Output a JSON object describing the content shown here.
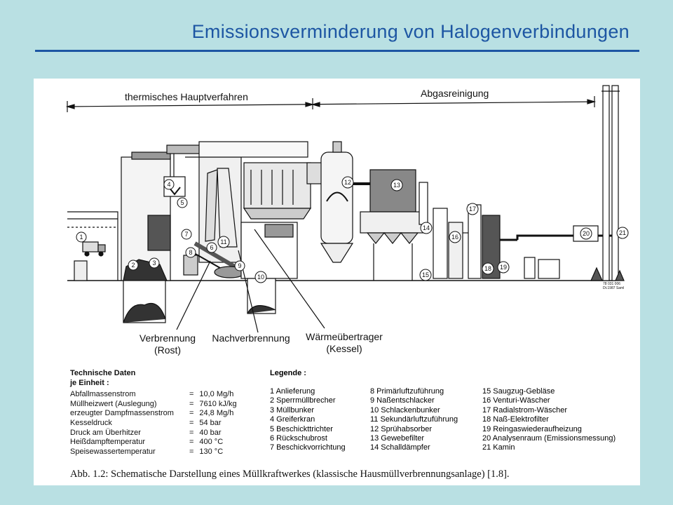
{
  "slide": {
    "title": "Emissionsverminderung von Halogenverbindungen",
    "accent_color": "#1d56a3",
    "background_color": "#b9e0e3"
  },
  "figure": {
    "section_left": "thermisches Hauptverfahren",
    "section_right": "Abgasreinigung",
    "zones": [
      "Verbrennung\n(Rost)",
      "Nachverbrennung",
      "Wärmeübertrager\n(Kessel)"
    ],
    "stamp": "78 031 006\nDt.1987 Saml",
    "tech_header": [
      "Technische Daten",
      "je Einheit :"
    ],
    "tech_data": [
      {
        "label": "Abfallmassenstrom",
        "value": "10,0 Mg/h"
      },
      {
        "label": "Müllheizwert (Auslegung)",
        "value": "7610 kJ/kg"
      },
      {
        "label": "erzeugter Dampfmassenstrom",
        "value": "24,8 Mg/h"
      },
      {
        "label": "Kesseldruck",
        "value": "54 bar"
      },
      {
        "label": "Druck am Überhitzer",
        "value": "40 bar"
      },
      {
        "label": "Heißdampftemperatur",
        "value": "400 °C"
      },
      {
        "label": "Speisewassertemperatur",
        "value": "130 °C"
      }
    ],
    "legend_header": "Legende :",
    "legend": [
      "1  Anlieferung",
      "2  Sperrmüllbrecher",
      "3  Müllbunker",
      "4  Greiferkran",
      "5  Beschickttrichter",
      "6  Rückschubrost",
      "7  Beschickvorrichtung",
      "8  Primärluftzuführung",
      "9  Naßentschlacker",
      "10  Schlackenbunker",
      "11  Sekundärluftzuführung",
      "12  Sprühabsorber",
      "13  Gewebefilter",
      "14  Schalldämpfer",
      "15  Saugzug-Gebläse",
      "16  Venturi-Wäscher",
      "17  Radialstrom-Wäscher",
      "18  Naß-Elektrofilter",
      "19  Reingaswiederaufheizung",
      "20  Analysenraum (Emissionsmessung)",
      "21  Kamin"
    ],
    "caption": "Abb. 1.2: Schematische Darstellung eines Müllkraftwerkes (klassische Hausmüllverbrennungsanlage) [1.8]."
  }
}
